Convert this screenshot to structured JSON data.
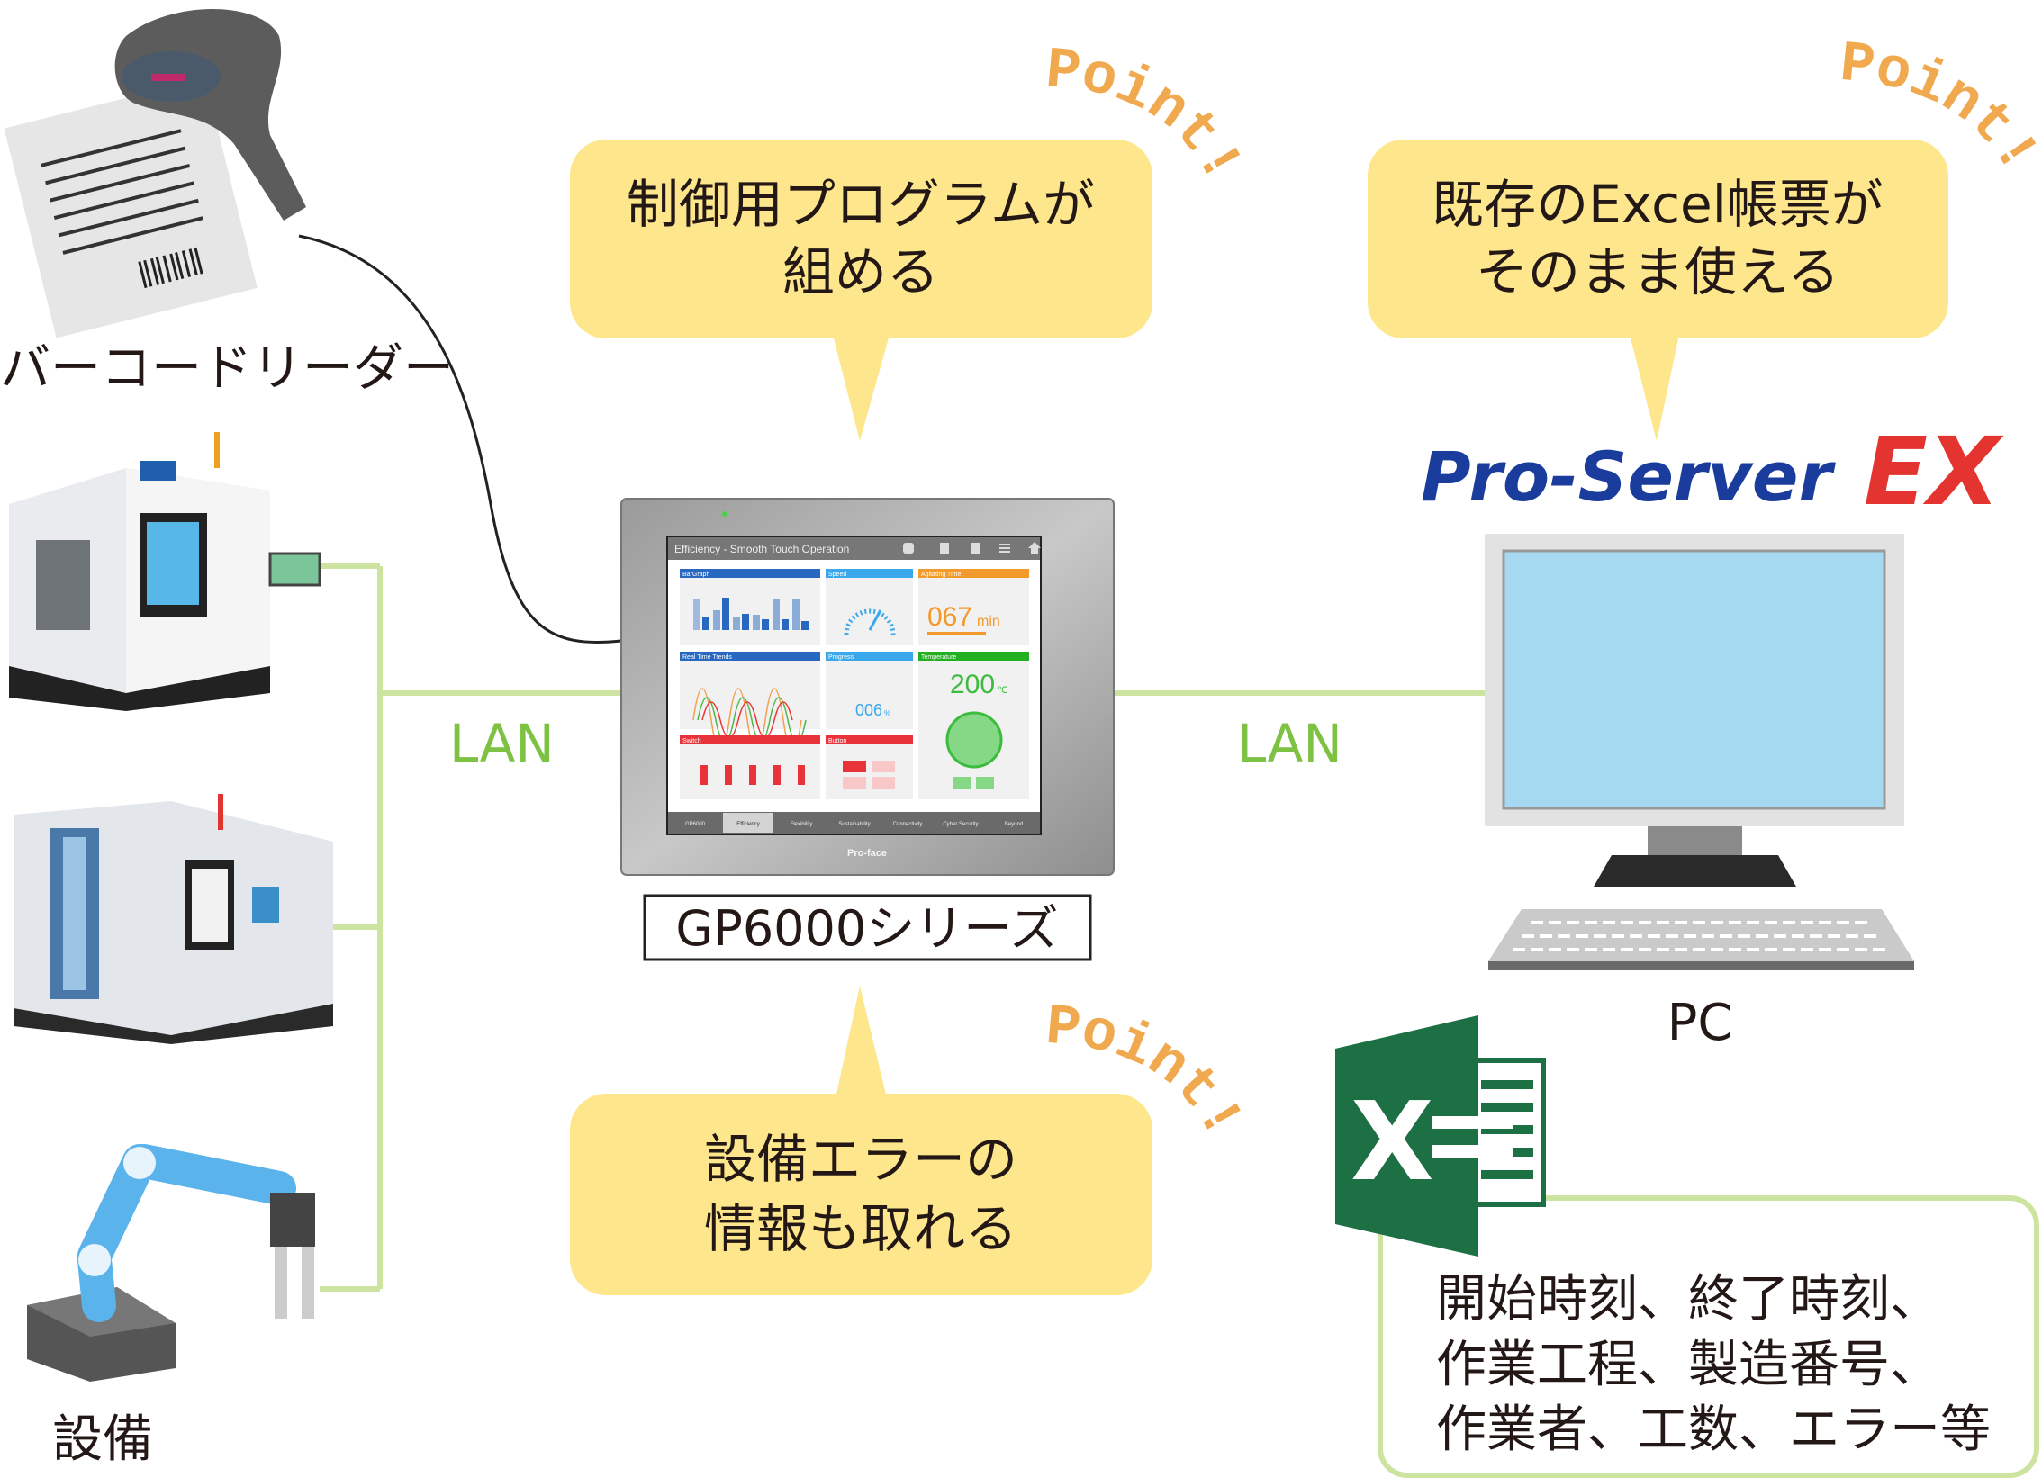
{
  "labels": {
    "barcode_reader": "バーコードリーダー",
    "equipment": "設備",
    "lan_left": "LAN",
    "lan_right": "LAN",
    "gp_series": "GP6000シリーズ",
    "pc": "PC",
    "point": "Point!"
  },
  "callouts": [
    {
      "lines": [
        "制御用プログラムが",
        "組める"
      ]
    },
    {
      "lines": [
        "既存のExcel帳票が",
        "そのまま使える"
      ]
    },
    {
      "lines": [
        "設備エラーの",
        "情報も取れる"
      ]
    }
  ],
  "logo": {
    "name": "Pro-Server",
    "suffix": "EX"
  },
  "info_box": {
    "lines": [
      "開始時刻、終了時刻、",
      "作業工程、製造番号、",
      "作業者、工数、エラー等"
    ]
  },
  "hmi": {
    "title": "Efficiency - Smooth Touch Operation",
    "brand": "Pro-face",
    "panels": [
      "BarGraph",
      "Speed",
      "Agitating Time",
      "Real Time Trends",
      "Progress",
      "Temperature",
      "Switch",
      "Button"
    ],
    "agitating_value": "067",
    "agitating_unit": "min",
    "progress_value": "006",
    "progress_unit": "%",
    "temperature_value": "200",
    "temperature_unit": "℃",
    "tabs": [
      "GP6000",
      "Efficiency",
      "Flexibility",
      "Sustainability",
      "Connectivity",
      "Cyber Security",
      "Beyond"
    ],
    "active_tab": "Efficiency"
  },
  "colors": {
    "callout_fill": "#fde68c",
    "connector_line": "#cde4a0",
    "lan_text": "#7dc242",
    "point_text": "#f0a94e",
    "logo_blue": "#1a3c9c",
    "logo_red": "#e3342f",
    "excel_green": "#1d7044",
    "monitor_screen": "#a5d9f2"
  }
}
